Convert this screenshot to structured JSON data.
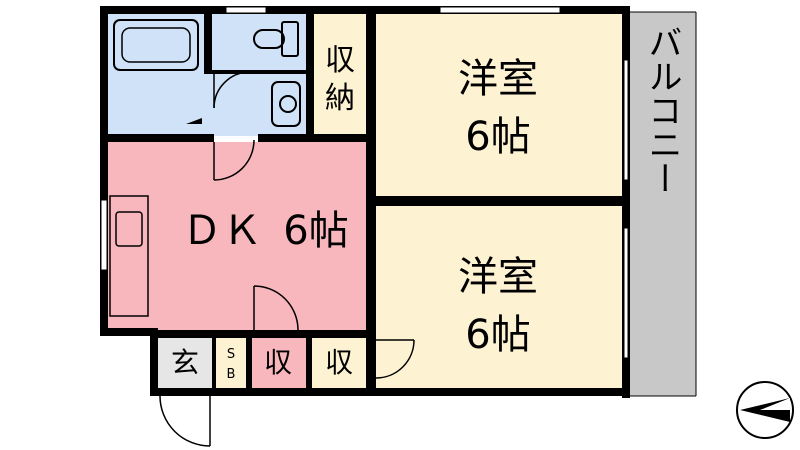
{
  "rooms": {
    "western_room_top": {
      "name": "洋室",
      "size": "6帖"
    },
    "western_room_bottom": {
      "name": "洋室",
      "size": "6帖"
    },
    "dk": {
      "name": "ＤＫ",
      "size": "6帖"
    },
    "storage_top": {
      "name_line1": "収",
      "name_line2": "納"
    },
    "storage_small_1": {
      "name": "収"
    },
    "storage_small_2": {
      "name": "収"
    },
    "entrance": {
      "name": "玄"
    },
    "shoe_box": {
      "line1": "S",
      "line2": "B"
    },
    "balcony": {
      "name": "バルコニー"
    }
  },
  "colors": {
    "wall": "#000000",
    "western": "#fdf2d2",
    "dk": "#f8b7bd",
    "wet": "#cfe2f7",
    "storage": "#fdf2d2",
    "balcony": "#c8c8c8",
    "entrance": "#e6e6e6"
  }
}
